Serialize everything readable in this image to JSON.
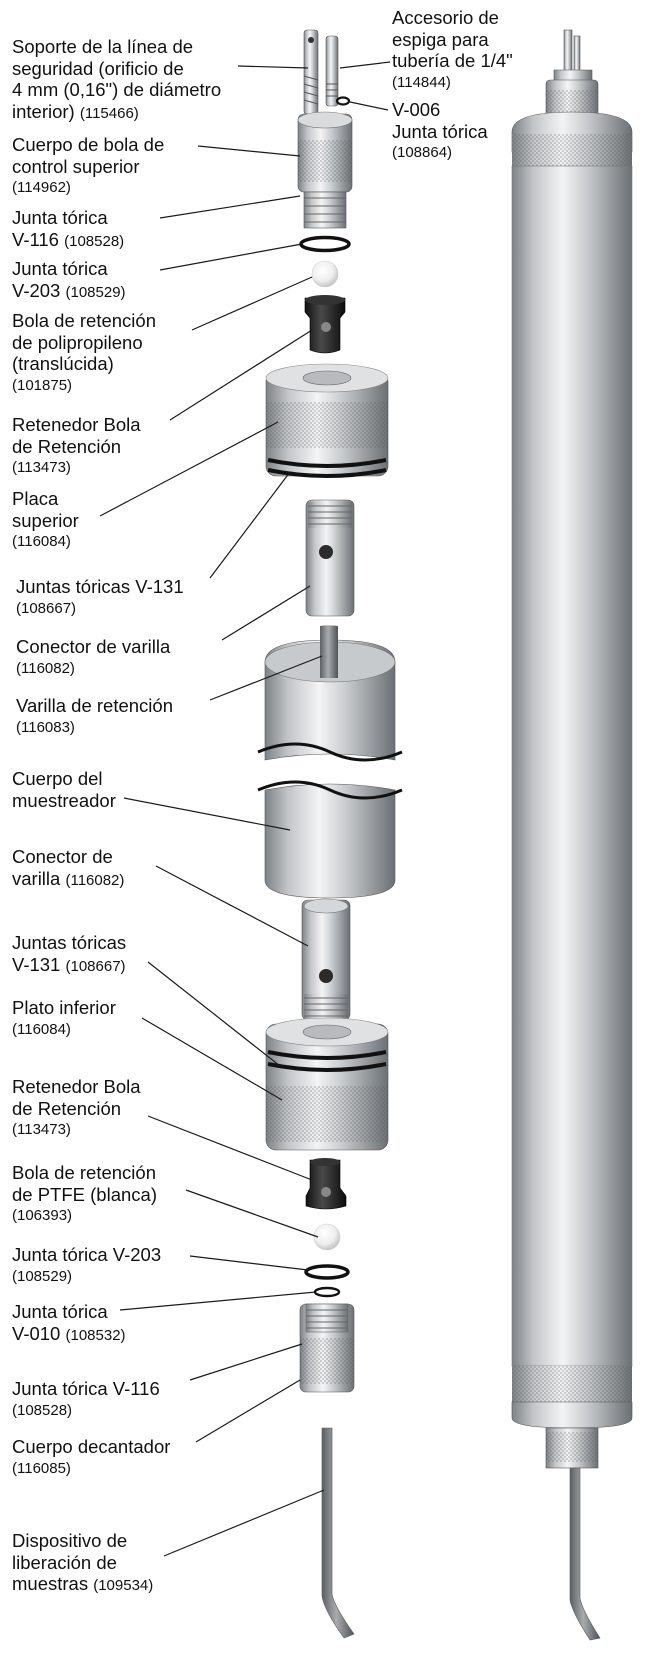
{
  "labels": {
    "soporte_linea": {
      "lines": [
        "Soporte de la línea de",
        "seguridad (orificio de",
        "4 mm (0,16\") de diámetro"
      ],
      "last": "interior)",
      "code": "(115466)"
    },
    "accesorio_espiga": {
      "lines": [
        "Accesorio de",
        "espiga para",
        "tubería de 1/4\""
      ],
      "code": "(114844)"
    },
    "v006": {
      "lines": [
        "V-006",
        "Junta tórica"
      ],
      "code": "(108864)"
    },
    "cuerpo_bola_superior": {
      "lines": [
        "Cuerpo de bola de",
        "control superior"
      ],
      "code": "(114962)"
    },
    "junta_v116_top": {
      "lines": [
        "Junta tórica"
      ],
      "last": "V-116",
      "code": "(108528)"
    },
    "junta_v203_top": {
      "lines": [
        "Junta tórica"
      ],
      "last": "V-203",
      "code": "(108529)"
    },
    "bola_polipropileno": {
      "lines": [
        "Bola de retención",
        "de polipropileno",
        "(translúcida)"
      ],
      "code": "(101875)"
    },
    "retenedor_top": {
      "lines": [
        "Retenedor Bola",
        "de Retención"
      ],
      "code": "(113473)"
    },
    "placa_superior": {
      "lines": [
        "Placa",
        "superior"
      ],
      "code": "(116084)"
    },
    "juntas_v131_top": {
      "lines": [
        "Juntas tóricas V-131"
      ],
      "code": "(108667)"
    },
    "conector_top": {
      "lines": [
        "Conector de varilla"
      ],
      "code": "(116082)"
    },
    "varilla": {
      "lines": [
        "Varilla de retención"
      ],
      "code": "(116083)"
    },
    "cuerpo_muestreador": {
      "lines": [
        "Cuerpo del",
        "muestreador"
      ]
    },
    "conector_bottom": {
      "lines": [
        "Conector de"
      ],
      "last": "varilla",
      "code": "(116082)"
    },
    "juntas_v131_bottom": {
      "lines": [
        "Juntas tóricas"
      ],
      "last": "V-131",
      "code": "(108667)"
    },
    "plato_inferior": {
      "lines": [
        "Plato inferior"
      ],
      "code": "(116084)"
    },
    "retenedor_bottom": {
      "lines": [
        "Retenedor Bola",
        "de Retención"
      ],
      "code": "(113473)"
    },
    "bola_ptfe": {
      "lines": [
        "Bola de retención",
        "de PTFE (blanca)"
      ],
      "code": "(106393)"
    },
    "junta_v203_bottom": {
      "lines": [
        "Junta tórica V-203"
      ],
      "code": "(108529)"
    },
    "junta_v010": {
      "lines": [
        "Junta tórica"
      ],
      "last": "V-010",
      "code": "(108532)"
    },
    "junta_v116_bottom": {
      "lines": [
        "Junta tórica V-116"
      ],
      "code": "(108528)"
    },
    "cuerpo_decantador": {
      "lines": [
        "Cuerpo decantador"
      ],
      "code": "(116085)"
    },
    "dispositivo_liberacion": {
      "lines": [
        "Dispositivo de",
        "liberación de"
      ],
      "last": "muestras",
      "code": "(109534)"
    }
  },
  "colors": {
    "metal_light": "#e9eaeb",
    "metal_mid": "#b3b6b9",
    "metal_dark": "#70757a",
    "black": "#1a1a1a",
    "line": "#1a1a1a"
  }
}
